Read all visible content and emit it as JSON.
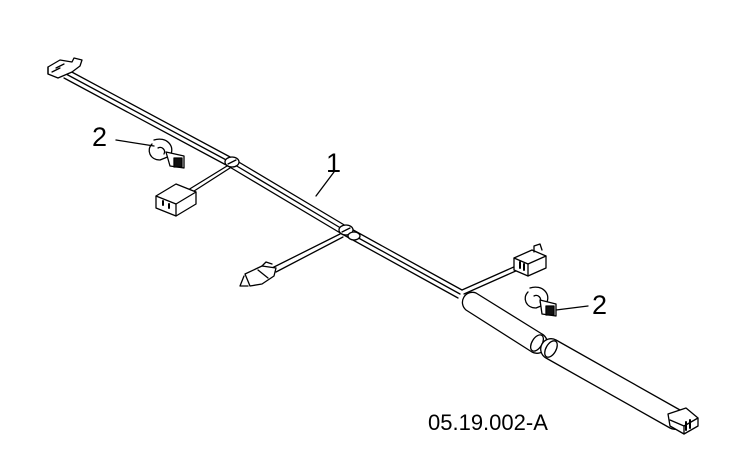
{
  "callouts": {
    "harness": "1",
    "clip_left": "2",
    "clip_right": "2"
  },
  "drawing_id": "05.19.002-A",
  "colors": {
    "line": "#000000",
    "fill": "#ffffff",
    "dark": "#111111"
  }
}
